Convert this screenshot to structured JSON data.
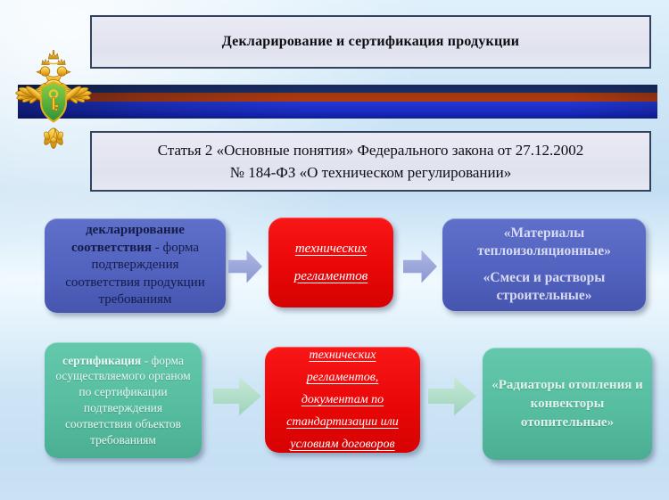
{
  "slide": {
    "title": "Декларирование и сертификация продукции",
    "article_ref": "Статья 2 «Основные понятия» Федерального закона от 27.12.2002\n№ 184-ФЗ «О техническом регулировании»",
    "emblem_name": "rostechnadzor-double-headed-eagle"
  },
  "flow": {
    "row1": {
      "left": {
        "lead": "декларирование соответствия",
        "rest": " - форма подтверждения соответствия продукции требованиям"
      },
      "middle": "технических регламентов",
      "right": {
        "lines": [
          "«Материалы теплоизоляционные»",
          "«Смеси и растворы строительные»"
        ]
      }
    },
    "row2": {
      "left": {
        "lead": "сертификация",
        "rest": " - форма осуществляемого органом по сертификации подтверждения соответствия объектов требованиям"
      },
      "middle": "технических регламентов, документам по стандартизации или условиям договоров",
      "right": {
        "lines": [
          "«Радиаторы отопления и конвекторы отопительные»"
        ]
      }
    }
  },
  "colors": {
    "background_top": "#dff0fb",
    "background_deep": "#c3def2",
    "frame_fill": "#e4e6f0",
    "frame_border": "#33425f",
    "ribbon_navy": "#1a2c5e",
    "ribbon_red": "#a83a10",
    "ribbon_blue": "#1c2fc4",
    "box_blue": "#5263bf",
    "box_teal": "#57bda1",
    "box_red": "#e90707",
    "arrow_blue": "#99a4d8",
    "arrow_green": "#aedcc6",
    "blue_box_text": "#151c49",
    "light_text_blue_box": "#d7daf2",
    "light_text_teal_box": "#e0f1ea"
  }
}
